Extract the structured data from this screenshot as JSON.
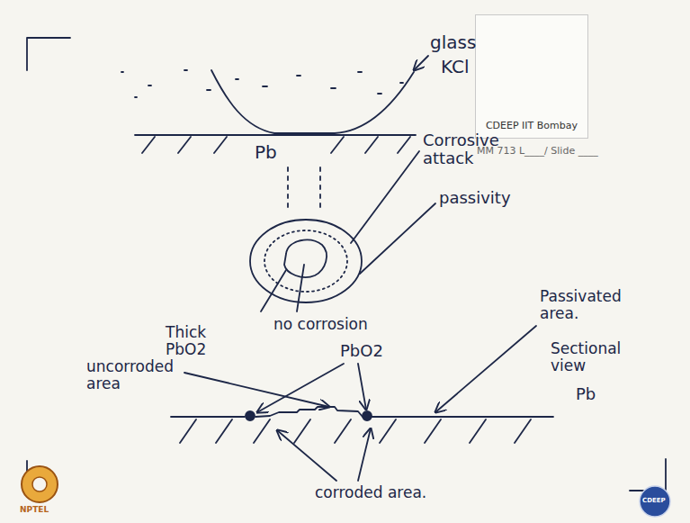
{
  "diagram": {
    "nodes": [
      {
        "text": [
          "CDEEP IIT Bombay"
        ]
      }
    ],
    "labels": [
      "glass",
      "KCl",
      "Pb",
      "Corrosive attack",
      "passivity",
      "no corrosion",
      "Thick PbO2",
      "PbO2",
      "uncorroded area",
      "Passivated area.",
      "Sectional view",
      "Pb",
      "corroded area.",
      "MM 713 L____/ Slide ____",
      "NPTEL",
      "CDEEP"
    ]
  }
}
